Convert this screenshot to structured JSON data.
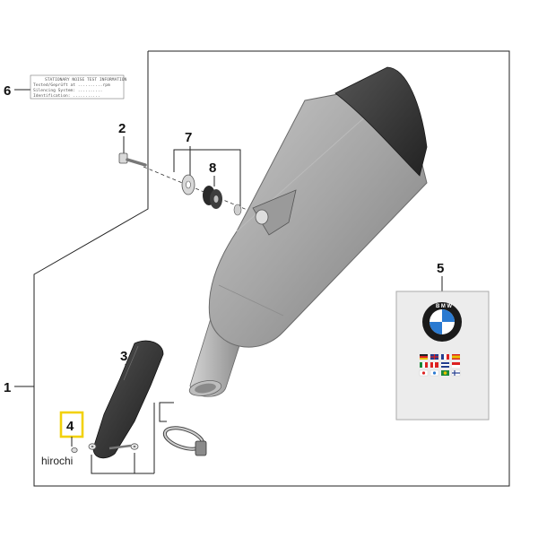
{
  "callouts": {
    "c1": "1",
    "c2": "2",
    "c3": "3",
    "c4": "4",
    "c5": "5",
    "c6": "6",
    "c7": "7",
    "c8": "8"
  },
  "label_plate": {
    "lines": [
      "STATIONARY NOISE TEST INFORMATION",
      "Tested/Geprüft at ..........rpm",
      "Silencing System: ..........",
      "Identification: ..........."
    ]
  },
  "manual_cover": {
    "logo_letters": "BMW"
  },
  "watermark": "hirochi",
  "colors": {
    "frame_line": "#222222",
    "muffler_body": "#a9a9a9",
    "end_cap": "#3a3a3a",
    "highlight_box": "#f2d10a",
    "book_cover": "#ececec",
    "bmw_blue": "#2a7ad1"
  }
}
